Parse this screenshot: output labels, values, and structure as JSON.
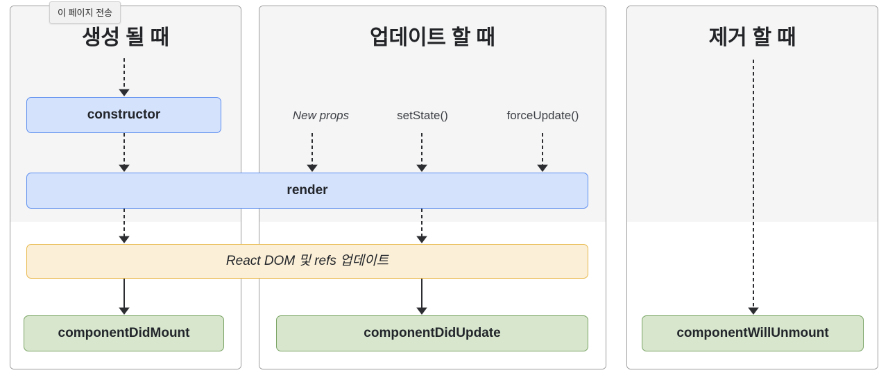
{
  "tooltip": {
    "text": "이 페이지 전송"
  },
  "panels": [
    {
      "id": "mount",
      "title": "생성 될 때"
    },
    {
      "id": "update",
      "title": "업데이트 할 때"
    },
    {
      "id": "unmount",
      "title": "제거 할 때"
    }
  ],
  "nodes": {
    "constructor": "constructor",
    "render": "render",
    "react_dom": "React DOM 및 refs 업데이트",
    "component_did_mount": "componentDidMount",
    "component_did_update": "componentDidUpdate",
    "component_will_unmount": "componentWillUnmount"
  },
  "triggers": {
    "new_props": "New props",
    "set_state": "setState()",
    "force_update": "forceUpdate()"
  },
  "colors": {
    "blue_fill": "#d4e2fc",
    "blue_border": "#5b8def",
    "green_fill": "#d7e6cd",
    "green_border": "#7aa464",
    "amber_fill": "#fbefd7",
    "amber_border": "#e8b84b",
    "phase_top_bg": "#f5f5f5",
    "phase_bottom_bg": "#ffffff",
    "panel_border": "#9a9a9a",
    "arrow": "#2b2d31"
  }
}
